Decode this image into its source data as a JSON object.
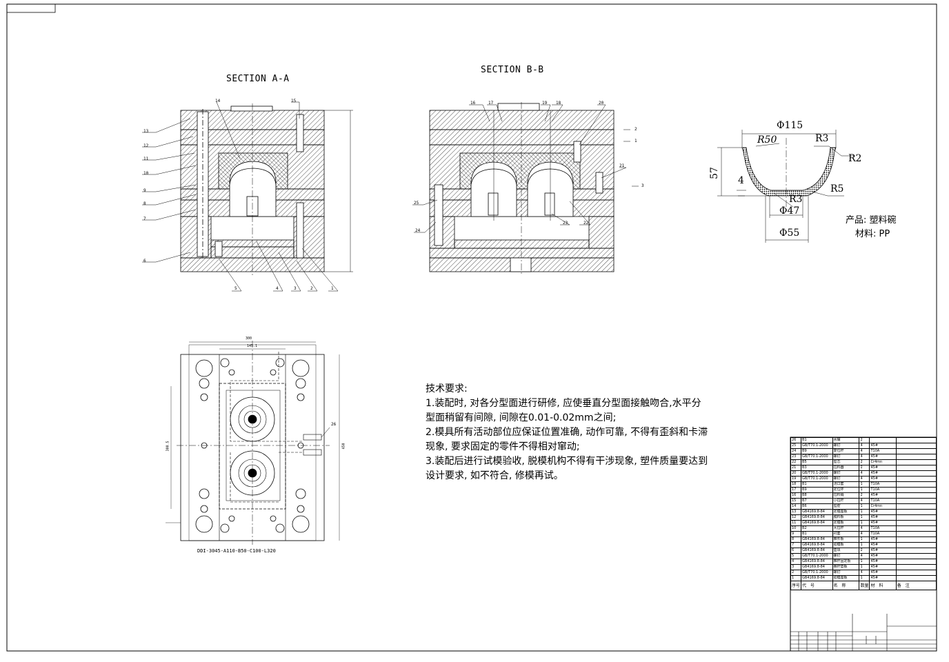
{
  "sections": {
    "a_title": "SECTION A-A",
    "b_title": "SECTION B-B"
  },
  "callouts_a": [
    "13",
    "12",
    "11",
    "10",
    "9",
    "8",
    "7",
    "6",
    "5",
    "4",
    "3",
    "2",
    "1",
    "14",
    "15"
  ],
  "callouts_b": [
    "16",
    "17",
    "19",
    "18",
    "20",
    "21",
    "22",
    "23",
    "24",
    "25",
    "2",
    "1",
    "3"
  ],
  "callout_26": "26",
  "plan_code": "DDI-3045-A110-B50-C100-L320",
  "plan_dims": {
    "top": "300",
    "top2": "145.1",
    "left": "300.5",
    "right": "450"
  },
  "bowl": {
    "phi115": "Φ115",
    "r50": "R50",
    "r3_top": "R3",
    "r2": "R2",
    "h57": "57",
    "h4": "4",
    "r5": "R5",
    "r3_bot": "R3",
    "phi47": "Φ47",
    "phi55": "Φ55"
  },
  "product": {
    "line1": "产品: 塑料碗",
    "line2": "材料: PP"
  },
  "tech": {
    "title": "技术要求:",
    "lines": [
      "1.装配时, 对各分型面进行研修, 应使垂直分型面接触吻合,水平分",
      "型面稍留有间隙, 间隙在0.01-0.02mm之间;",
      "2.模具所有活动部位应保证位置准确, 动作可靠, 不得有歪斜和卡滞",
      "现象, 要求固定的零件不得相对窜动;",
      "3.装配后进行试模验收, 脱模机构不得有干涉现象, 塑件质量要达到",
      "设计要求, 如不符合, 修模再试。"
    ]
  },
  "bom": {
    "rows": [
      [
        "26",
        "B1",
        "水嘴",
        "2",
        "",
        ""
      ],
      [
        "25",
        "GB/T70.1-2000",
        "螺钉",
        "4",
        "45#",
        ""
      ],
      [
        "24",
        "B9",
        "复位杆",
        "4",
        "T10A",
        ""
      ],
      [
        "23",
        "GB/T70.1-2000",
        "螺钉",
        "4",
        "45#",
        ""
      ],
      [
        "22",
        "B5",
        "型芯",
        "2",
        "Cr4mn",
        ""
      ],
      [
        "21",
        "B3",
        "拉料器",
        "2",
        "45#",
        ""
      ],
      [
        "20",
        "GB/T70.1-2000",
        "螺钉",
        "4",
        "45#",
        ""
      ],
      [
        "19",
        "GB/T70.1-2000",
        "螺钉",
        "4",
        "45#",
        ""
      ],
      [
        "18",
        "B1",
        "浇口套",
        "1",
        "T10A",
        ""
      ],
      [
        "17",
        "B9",
        "定位环",
        "1",
        "T10A",
        ""
      ],
      [
        "16",
        "B8",
        "拉料销",
        "2",
        "45#",
        ""
      ],
      [
        "15",
        "B7",
        "小拉杆",
        "4",
        "T10A",
        ""
      ],
      [
        "14",
        "B6",
        "型腔",
        "1",
        "Cr4mn",
        ""
      ],
      [
        "13",
        "GB4169.8-84",
        "定模座板",
        "1",
        "45#",
        ""
      ],
      [
        "12",
        "GB4169.8-84",
        "脱料板",
        "1",
        "45#",
        ""
      ],
      [
        "11",
        "GB4169.8-84",
        "定模板",
        "1",
        "45#",
        ""
      ],
      [
        "10",
        "B2",
        "大拉杆",
        "4",
        "T10A",
        ""
      ],
      [
        "9",
        "B1",
        "衬套",
        "4",
        "T10A",
        ""
      ],
      [
        "8",
        "GB4169.8-84",
        "推件板",
        "1",
        "45#",
        ""
      ],
      [
        "7",
        "GB4169.8-84",
        "动模板",
        "1",
        "45#",
        ""
      ],
      [
        "6",
        "GB4169.8-84",
        "垫块",
        "2",
        "45#",
        ""
      ],
      [
        "5",
        "GB/T70.1-2000",
        "螺钉",
        "4",
        "45#",
        ""
      ],
      [
        "4",
        "GB4169.8-84",
        "推杆固定板",
        "1",
        "45#",
        ""
      ],
      [
        "3",
        "GB4169.8-84",
        "推杆垫板",
        "1",
        "45#",
        ""
      ],
      [
        "2",
        "GB/T70.1-2000",
        "螺钉",
        "4",
        "45#",
        ""
      ],
      [
        "1",
        "GB4169.8-84",
        "动模座板",
        "1",
        "45#",
        ""
      ]
    ],
    "header": [
      "序号",
      "代　号",
      "名　称",
      "数量",
      "材　料",
      "备　注"
    ]
  }
}
